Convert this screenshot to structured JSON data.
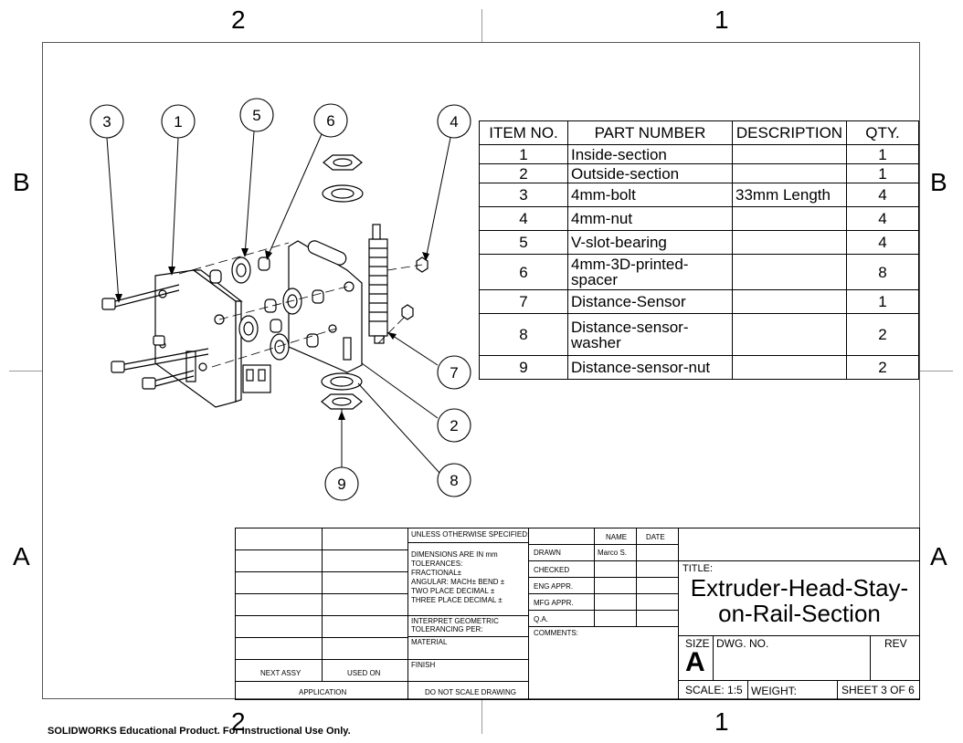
{
  "zones": {
    "top": [
      "2",
      "1"
    ],
    "bottom": [
      "2",
      "1"
    ],
    "left": [
      "B",
      "A"
    ],
    "right": [
      "B",
      "A"
    ]
  },
  "balloons": [
    "3",
    "1",
    "5",
    "6",
    "4",
    "7",
    "2",
    "8",
    "9"
  ],
  "bom": {
    "headers": [
      "ITEM NO.",
      "PART NUMBER",
      "DESCRIPTION",
      "QTY."
    ],
    "rows": [
      {
        "item": "1",
        "part": "Inside-section",
        "desc": "",
        "qty": "1"
      },
      {
        "item": "2",
        "part": "Outside-section",
        "desc": "",
        "qty": "1"
      },
      {
        "item": "3",
        "part": "4mm-bolt",
        "desc": "33mm Length",
        "qty": "4"
      },
      {
        "item": "4",
        "part": "4mm-nut",
        "desc": "",
        "qty": "4"
      },
      {
        "item": "5",
        "part": "V-slot-bearing",
        "desc": "",
        "qty": "4"
      },
      {
        "item": "6",
        "part": "4mm-3D-printed-\nspacer",
        "desc": "",
        "qty": "8"
      },
      {
        "item": "7",
        "part": "Distance-Sensor",
        "desc": "",
        "qty": "1"
      },
      {
        "item": "8",
        "part": "Distance-sensor-\nwasher",
        "desc": "",
        "qty": "2"
      },
      {
        "item": "9",
        "part": "Distance-sensor-nut",
        "desc": "",
        "qty": "2"
      }
    ]
  },
  "title_block": {
    "unless": "UNLESS OTHERWISE SPECIFIED:",
    "name_hdr": "NAME",
    "date_hdr": "DATE",
    "dimensions": "DIMENSIONS ARE IN mm",
    "tolerances": "TOLERANCES:",
    "fractional": "FRACTIONAL±",
    "angular": "ANGULAR: MACH±   BEND ±",
    "two_place": "TWO PLACE DECIMAL   ±",
    "three_place": "THREE PLACE DECIMAL  ±",
    "interpret": "INTERPRET GEOMETRIC",
    "tolerancing": "TOLERANCING PER:",
    "material": "MATERIAL",
    "finish": "FINISH",
    "next_assy": "NEXT ASSY",
    "used_on": "USED ON",
    "application": "APPLICATION",
    "do_not_scale": "DO NOT SCALE DRAWING",
    "drawn": "DRAWN",
    "drawn_name": "Marco S.",
    "checked": "CHECKED",
    "eng_appr": "ENG APPR.",
    "mfg_appr": "MFG APPR.",
    "qa": "Q.A.",
    "comments": "COMMENTS:",
    "title_label": "TITLE:",
    "title_line1": "Extruder-Head-Stay-",
    "title_line2": "on-Rail-Section",
    "size_label": "SIZE",
    "size_value": "A",
    "dwg_no_label": "DWG.  NO.",
    "rev_label": "REV",
    "scale": "SCALE: 1:5",
    "weight": "WEIGHT:",
    "sheet": "SHEET 3 OF 6"
  },
  "footer": "SOLIDWORKS Educational Product. For Instructional Use Only."
}
